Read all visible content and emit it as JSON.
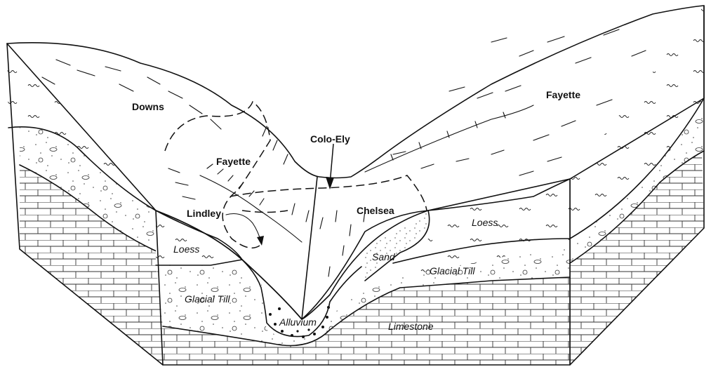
{
  "soils": {
    "downs": "Downs",
    "fayette_left": "Fayette",
    "fayette_right": "Fayette",
    "colo_ely": "Colo-Ely",
    "lindley": "Lindley",
    "chelsea": "Chelsea"
  },
  "layers": {
    "loess_left": "Loess",
    "loess_right": "Loess",
    "sand": "Sand",
    "glacial_till_left": "Glacial Till",
    "glacial_till_right": "Glacial Till",
    "alluvium": "Alluvium",
    "limestone": "Limestone"
  }
}
